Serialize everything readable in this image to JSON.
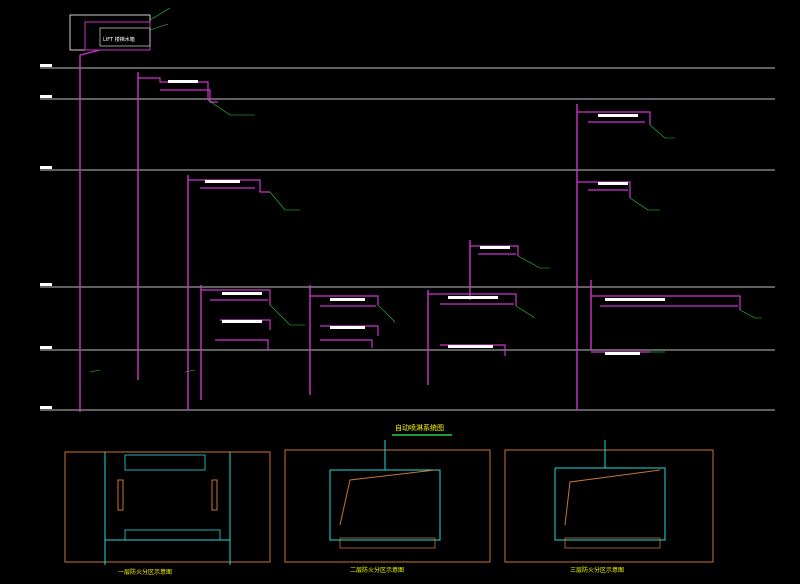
{
  "drawing": {
    "system_title": "自动喷淋系统图",
    "plan_titles": [
      "一层防火分区示意图",
      "二层防火分区示意图",
      "三层防火分区示意图"
    ],
    "lift_label": "LIFT 楼梯水箱",
    "colors": {
      "background": "#000000",
      "pipe": "#cc33cc",
      "level_line": "#ffffff",
      "green_note": "#2ecc40",
      "plan_outline": "#c87533",
      "plan_inner": "#22dddd",
      "title_underline": "#2ecc40",
      "label_yellow": "#ffff00"
    }
  }
}
